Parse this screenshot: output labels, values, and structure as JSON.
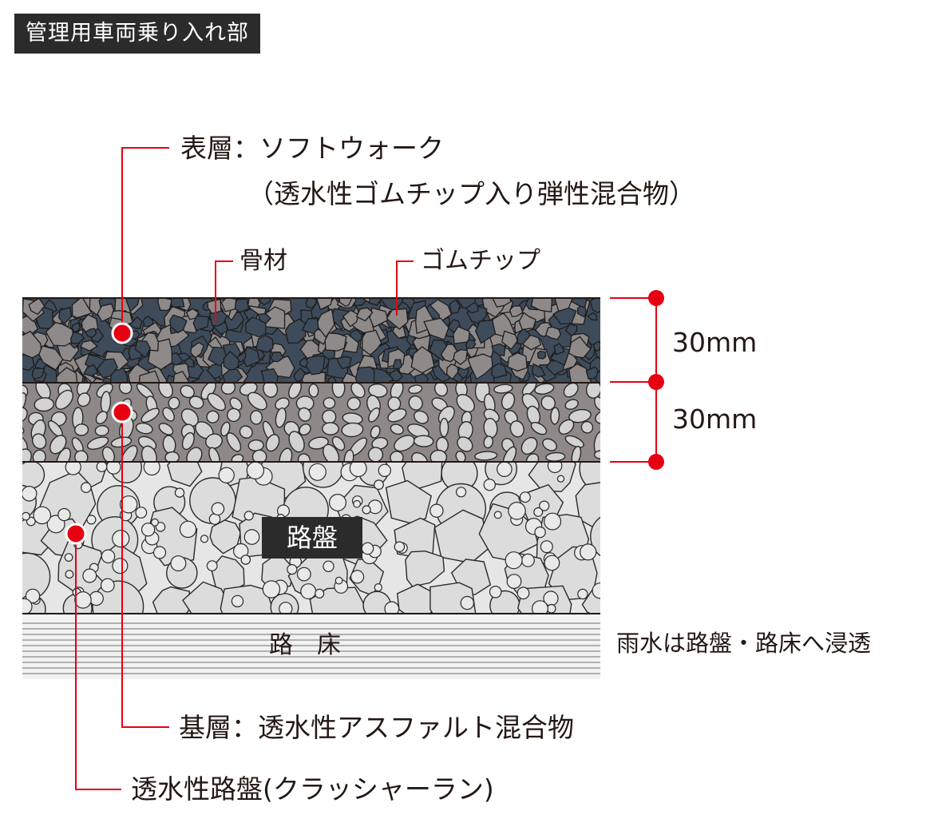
{
  "title": "管理用車両乗り入れ部",
  "surface_layer": {
    "label": "表層：ソフトウォーク",
    "detail": "（透水性ゴムチップ入り弾性混合物）",
    "thickness": "30mm"
  },
  "callouts": {
    "aggregate": "骨材",
    "rubber_chip": "ゴムチップ"
  },
  "base_layer": {
    "label": "基層：透水性アスファルト混合物",
    "thickness": "30mm"
  },
  "roadbed": {
    "label": "路盤"
  },
  "subgrade": {
    "label": "路　床"
  },
  "subbase_label": "透水性路盤(クラッシャーラン)",
  "note": "雨水は路盤・路床へ浸透",
  "colors": {
    "accent_red": "#e60012",
    "surface_dark": "#3e4b5a",
    "surface_stone": "#8f8a8a",
    "base_fill": "#8e8888",
    "base_pebble": "#d2d2d2",
    "roadbed_fill": "#dcdcdc",
    "subgrade_line": "#9a9a9a"
  }
}
